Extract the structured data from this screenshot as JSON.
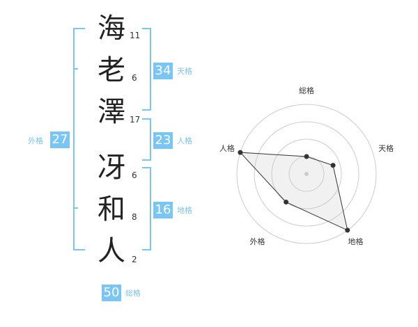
{
  "name": {
    "chars": [
      {
        "char": "海",
        "strokes": "11"
      },
      {
        "char": "老",
        "strokes": "6"
      },
      {
        "char": "澤",
        "strokes": "17"
      },
      {
        "char": "冴",
        "strokes": "6"
      },
      {
        "char": "和",
        "strokes": "8"
      },
      {
        "char": "人",
        "strokes": "2"
      }
    ]
  },
  "kaku": {
    "tenkaku": {
      "label": "天格",
      "value": "34"
    },
    "jinkaku": {
      "label": "人格",
      "value": "23"
    },
    "chikaku": {
      "label": "地格",
      "value": "16"
    },
    "gaikaku": {
      "label": "外格",
      "value": "27"
    },
    "soukaku": {
      "label": "総格",
      "value": "50"
    }
  },
  "colors": {
    "accent": "#79c6f4",
    "line": "#333333",
    "ring": "#cccccc"
  },
  "chart_data": {
    "type": "radar",
    "axes": [
      "総格",
      "天格",
      "地格",
      "外格",
      "人格"
    ],
    "values": [
      0.25,
      0.4,
      1.0,
      0.5,
      1.0
    ],
    "max": 1.0,
    "rings": 4
  }
}
